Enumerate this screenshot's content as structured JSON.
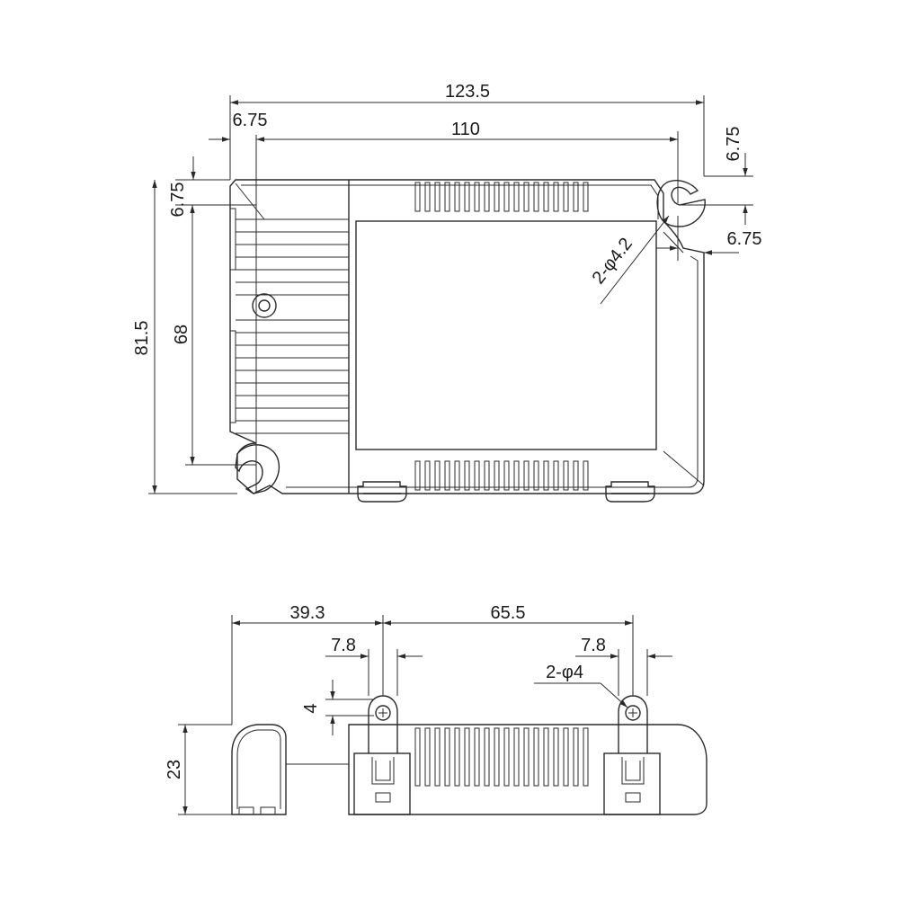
{
  "top_view": {
    "dim_overall_width": "123.5",
    "dim_hole_spacing": "110",
    "dim_left_offset": "6.75",
    "dim_right_offset_top": "6.75",
    "dim_right_offset_side": "6.75",
    "dim_top_offset_left": "6.75",
    "dim_overall_height": "81.5",
    "dim_hole_vertical": "68",
    "dim_hole_diameter": "2-φ4.2"
  },
  "side_view": {
    "dim_left_to_tab": "39.3",
    "dim_tab_spacing": "65.5",
    "dim_tab_width_left": "7.8",
    "dim_tab_width_right": "7.8",
    "dim_tab_height": "4",
    "dim_overall_height": "23",
    "dim_tab_hole": "2-φ4"
  }
}
